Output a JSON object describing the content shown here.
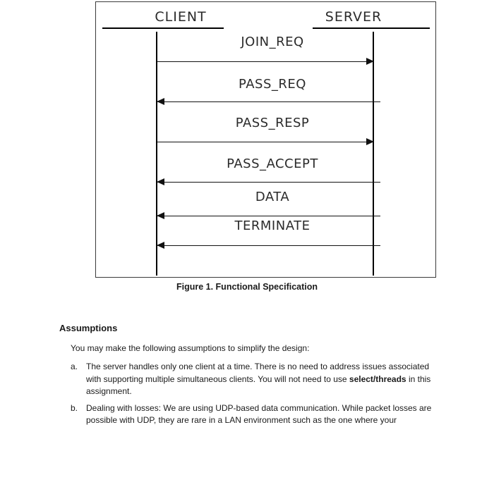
{
  "figure": {
    "lifelines": [
      {
        "name": "client",
        "label": "CLIENT"
      },
      {
        "name": "server",
        "label": "SERVER"
      }
    ],
    "messages": [
      {
        "label": "JOIN_REQ",
        "direction": "client-to-server"
      },
      {
        "label": "PASS_REQ",
        "direction": "server-to-client"
      },
      {
        "label": "PASS_RESP",
        "direction": "client-to-server"
      },
      {
        "label": "PASS_ACCEPT",
        "direction": "server-to-client"
      },
      {
        "label": "DATA",
        "direction": "server-to-client"
      },
      {
        "label": "TERMINATE",
        "direction": "server-to-client"
      }
    ],
    "caption": "Figure 1. Functional Specification"
  },
  "body": {
    "heading": "Assumptions",
    "intro": "You may make the following assumptions to simplify the design:",
    "items": [
      {
        "marker": "a.",
        "text_before": "The server handles only one client at a time. There is no need to address issues associated with supporting multiple simultaneous clients. You will not need to use ",
        "bold": "select/threads",
        "text_after": " in this assignment."
      },
      {
        "marker": "b.",
        "text_before": "Dealing with losses: We are using UDP-based data communication. While packet losses are possible with UDP, they are rare in a LAN environment such as the one where your",
        "bold": "",
        "text_after": ""
      }
    ]
  },
  "colors": {
    "ink": "#1a1a1a",
    "line": "#111111",
    "border": "#3a3a3a",
    "background": "#ffffff"
  }
}
